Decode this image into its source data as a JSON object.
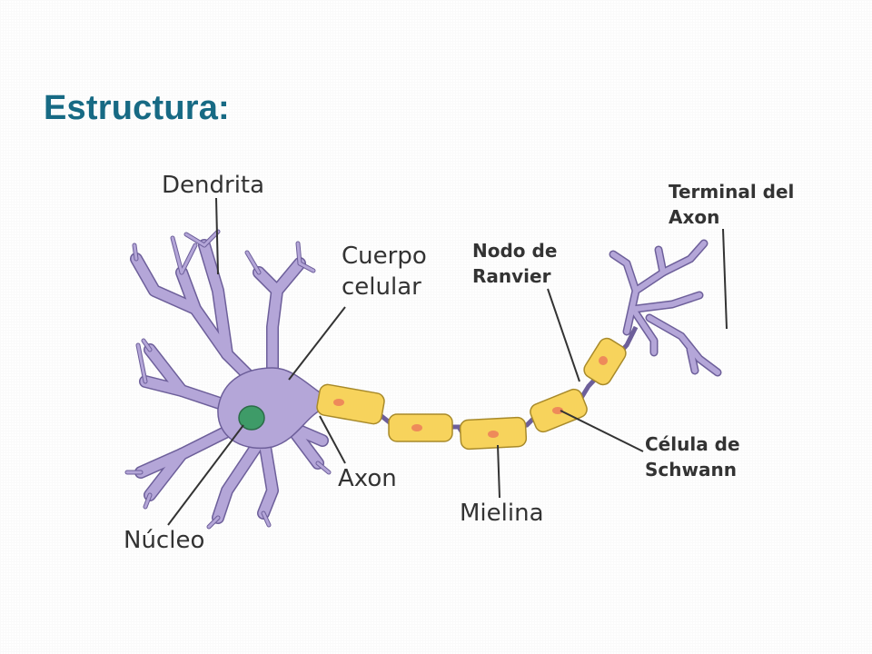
{
  "page": {
    "title": "Estructura:"
  },
  "diagram": {
    "labels": {
      "dendrita": "Dendrita",
      "cuerpo_line1": "Cuerpo",
      "cuerpo_line2": "celular",
      "nodo_line1": "Nodo de",
      "nodo_line2": "Ranvier",
      "terminal_line1": "Terminal del",
      "terminal_line2": "Axon",
      "celula_line1": "Célula de",
      "celula_line2": "Schwann",
      "axon": "Axon",
      "mielina": "Mielina",
      "nucleo": "Núcleo"
    },
    "colors": {
      "neuron": "#b4a6d8",
      "neuron_stroke": "#6d5f9a",
      "myelin": "#f7d35c",
      "myelin_stroke": "#a88a2a",
      "schwann_nucleus": "#ee8a5a",
      "nucleus": "#3e9b68",
      "title": "#176a84"
    }
  }
}
